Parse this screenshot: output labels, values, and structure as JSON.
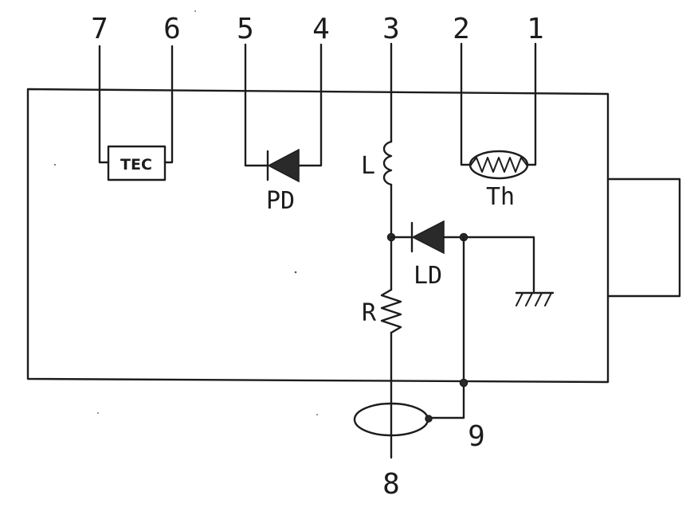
{
  "pins": {
    "p1": "1",
    "p2": "2",
    "p3": "3",
    "p4": "4",
    "p5": "5",
    "p6": "6",
    "p7": "7",
    "p8": "8",
    "p9": "9"
  },
  "components": {
    "tec": "TEC",
    "photodiode": "PD",
    "inductor": "L",
    "thermistor": "Th",
    "laser_diode": "LD",
    "resistor": "R"
  }
}
